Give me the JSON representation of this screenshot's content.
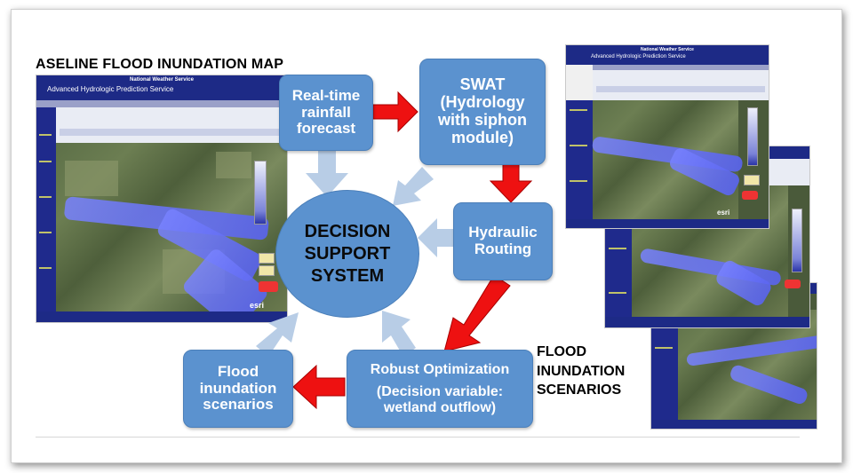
{
  "baseline_label": "ASELINE FLOOD INUNDATION MAP",
  "scenarios_label": [
    "FLOOD",
    "INUNDATION",
    "SCENARIOS"
  ],
  "center": [
    "DECISION",
    "SUPPORT",
    "SYSTEM"
  ],
  "nodes": {
    "rainfall": [
      "Real-time",
      "rainfall",
      "forecast"
    ],
    "swat": [
      "SWAT",
      "(Hydrology",
      "with siphon",
      "module)"
    ],
    "hydraulic": [
      "Hydraulic",
      "Routing"
    ],
    "optimization": [
      "Robust Optimization",
      "(Decision variable:",
      "wetland outflow)"
    ],
    "flood": [
      "Flood",
      "inundation",
      "scenarios"
    ]
  },
  "screenshot": {
    "agency": "National Weather Service",
    "service": "Advanced Hydrologic Prediction Service",
    "logo_text": "esri"
  },
  "colors": {
    "box_fill": "#5b92cf",
    "red_arrow": "#ee1111",
    "pale_arrow": "#b8cde6"
  }
}
